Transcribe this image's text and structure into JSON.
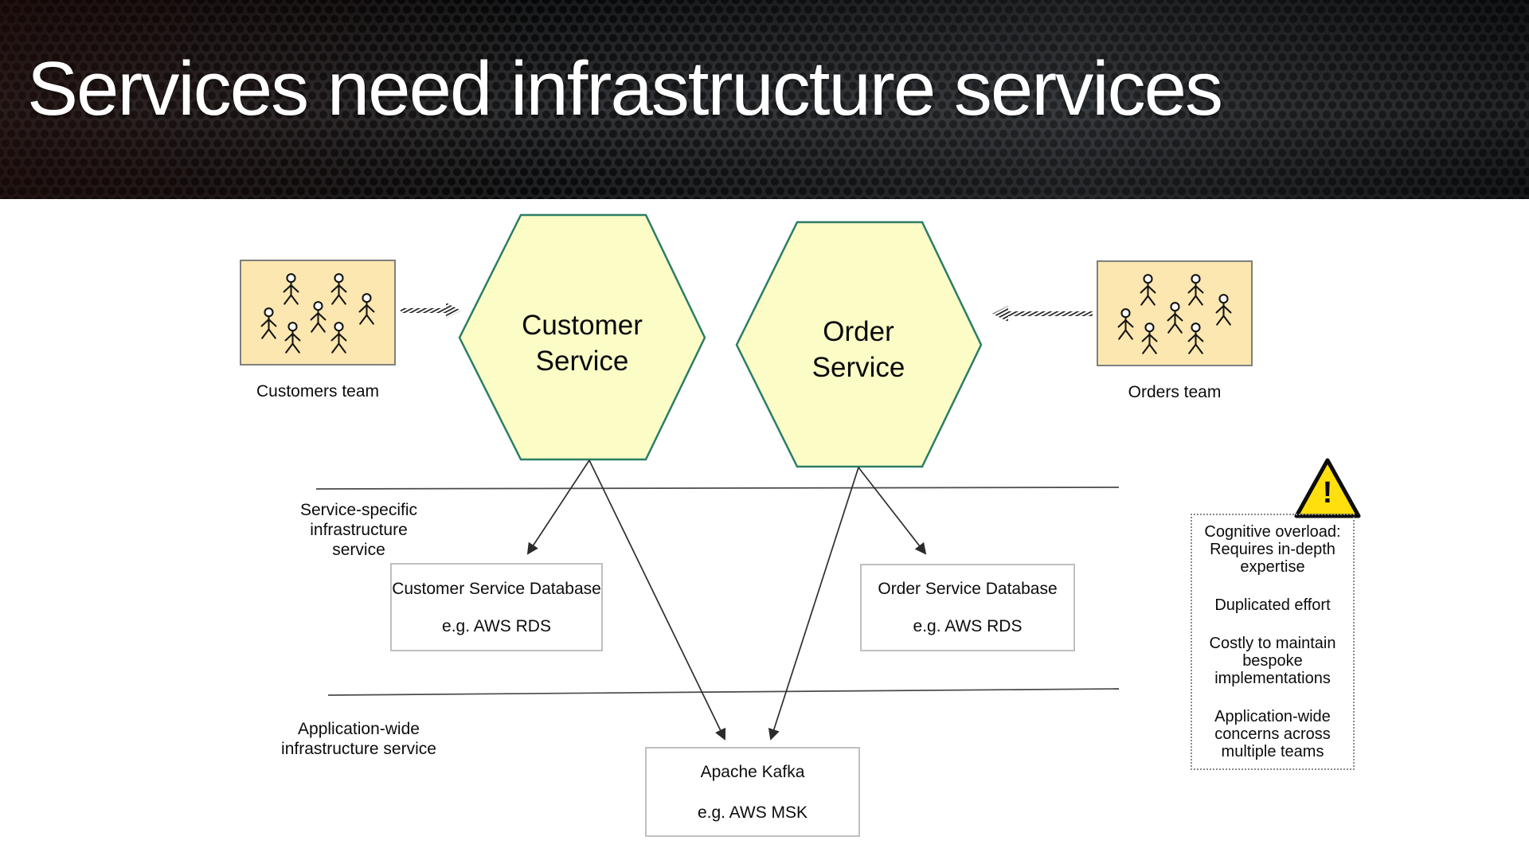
{
  "title": "Services need infrastructure services",
  "teams": {
    "customers": {
      "label": "Customers team"
    },
    "orders": {
      "label": "Orders team"
    }
  },
  "hexagons": {
    "customer": {
      "line1": "Customer",
      "line2": "Service"
    },
    "order": {
      "line1": "Order",
      "line2": "Service"
    }
  },
  "lanes": {
    "service_specific": "Service-specific infrastructure service",
    "application_wide": "Application-wide infrastructure service"
  },
  "nodes": {
    "customer_db": {
      "name": "Customer Service Database",
      "example": "e.g. AWS RDS"
    },
    "order_db": {
      "name": "Order Service Database",
      "example": "e.g. AWS RDS"
    },
    "kafka": {
      "name": "Apache Kafka",
      "example": "e.g. AWS MSK"
    }
  },
  "warning": {
    "exclamation": "!",
    "items": [
      "Cognitive overload: Requires in-depth expertise",
      "Duplicated effort",
      "Costly to maintain bespoke implementations",
      "Application-wide concerns across multiple teams"
    ]
  },
  "colors": {
    "hexagon_fill": "#fbfcc6",
    "hexagon_border": "#2b7d66",
    "team_fill": "#fbe7af",
    "team_border": "#7f7f7f",
    "warning_fill": "#ffdf0d",
    "connector": "#3d3d3d"
  }
}
